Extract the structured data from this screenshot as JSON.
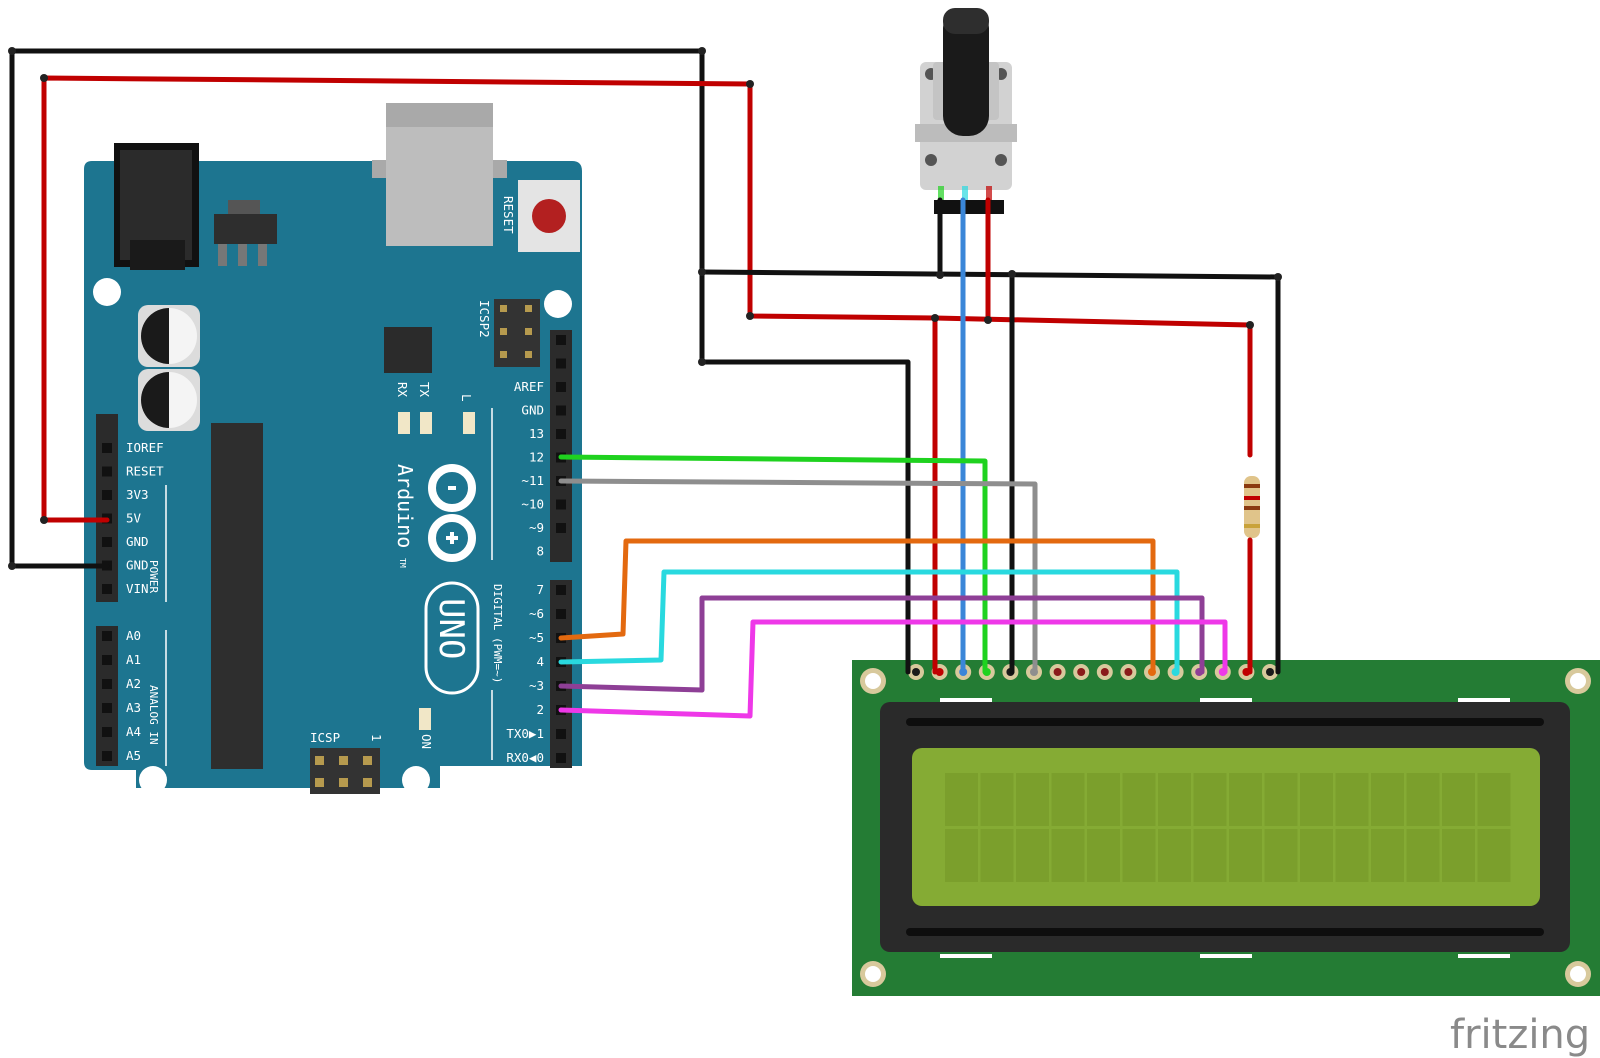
{
  "colors": {
    "board": "#1d7590",
    "lcd_pcb": "#247c34",
    "lcd_glass": "#85ab34",
    "wire_red": "#c00000",
    "wire_black": "#111111",
    "wire_green": "#1fd21f",
    "wire_gray": "#8e8e8e",
    "wire_orange": "#e3690f",
    "wire_cyan": "#29d9df",
    "wire_purple": "#8e3f96",
    "wire_magenta": "#ee38e8",
    "wire_blue": "#3a86d8"
  },
  "board": {
    "reset": "RESET",
    "icsp2": "ICSP2",
    "icsp": "ICSP",
    "icsp_pin1": "1",
    "rx": "RX",
    "tx": "TX",
    "led_l": "L",
    "on": "ON",
    "brand": "Arduino",
    "tm": "TM",
    "model": "UNO",
    "digital": "DIGITAL (PWM=~)",
    "power": "POWER",
    "analog": "ANALOG IN",
    "power_pins": [
      "IOREF",
      "RESET",
      "3V3",
      "5V",
      "GND",
      "GND",
      "VIN"
    ],
    "analog_pins": [
      "A0",
      "A1",
      "A2",
      "A3",
      "A4",
      "A5"
    ],
    "digital_upper": [
      "AREF",
      "GND",
      "13",
      "12",
      "~11",
      "~10",
      "~9",
      "8"
    ],
    "digital_lower": [
      "7",
      "~6",
      "~5",
      "4",
      "~3",
      "2",
      "TX0▶1",
      "RX0◀0"
    ]
  },
  "watermark": "fritzing"
}
